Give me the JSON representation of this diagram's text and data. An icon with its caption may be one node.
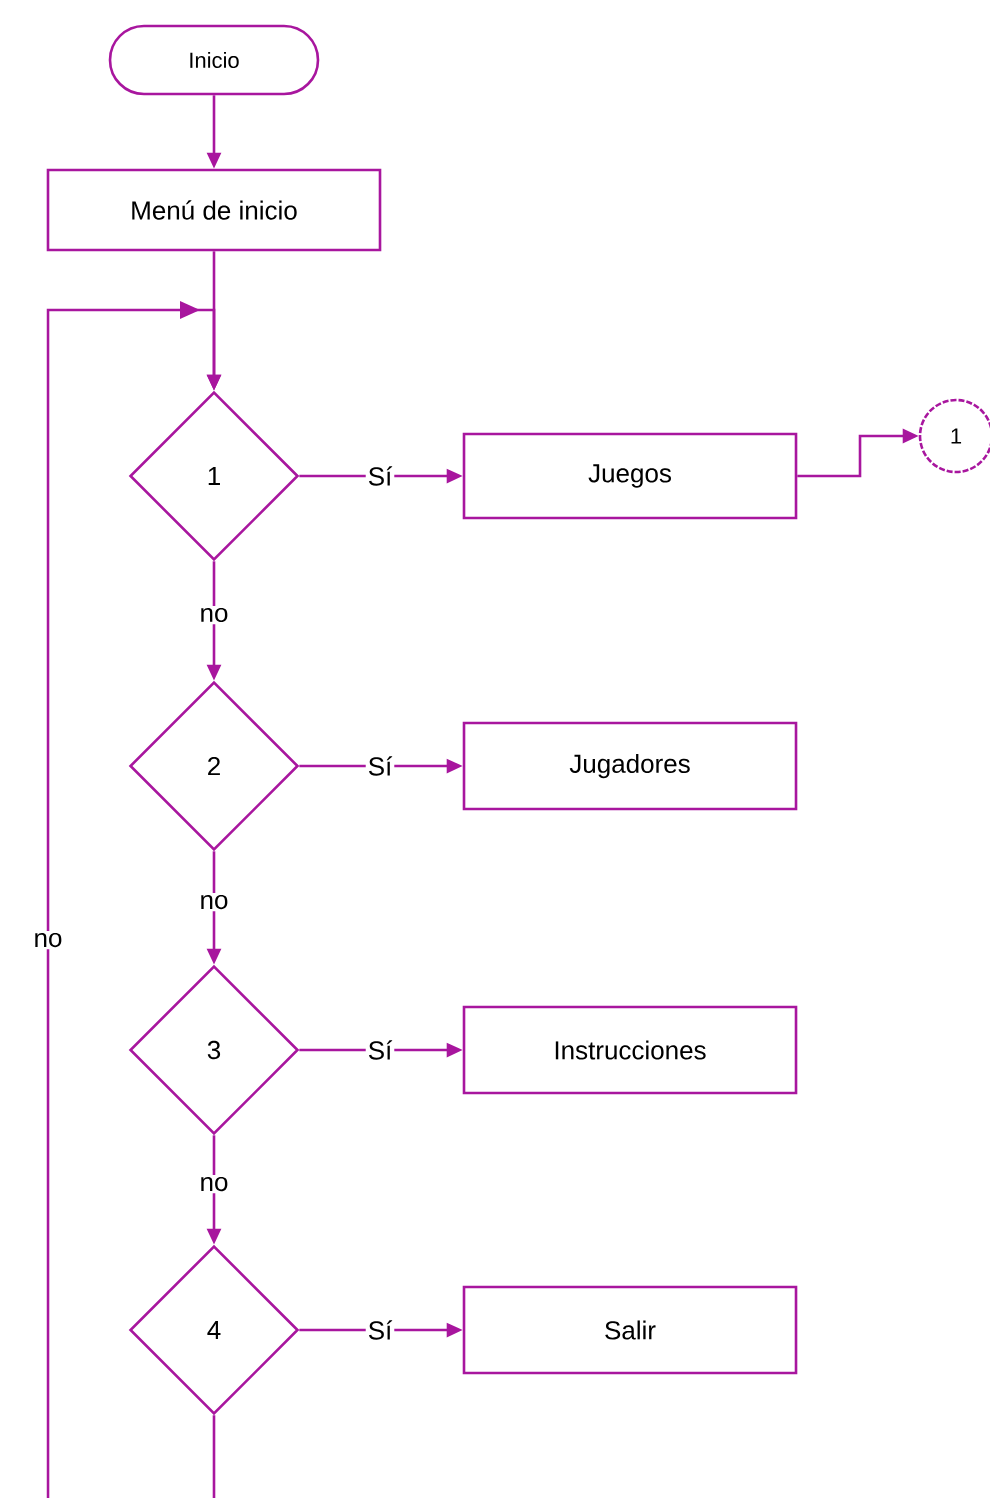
{
  "diagram": {
    "nodes": [
      {
        "text": [
          "Inicio"
        ]
      },
      {
        "text": [
          "Menú de inicio"
        ]
      },
      {
        "text": [
          "1"
        ]
      },
      {
        "text": [
          "Juegos"
        ]
      },
      {
        "text": [
          "1"
        ]
      },
      {
        "text": [
          "2"
        ]
      },
      {
        "text": [
          "Jugadores"
        ]
      },
      {
        "text": [
          "3"
        ]
      },
      {
        "text": [
          "Instrucciones"
        ]
      },
      {
        "text": [
          "4"
        ]
      },
      {
        "text": [
          "Salir"
        ]
      }
    ],
    "edges": [
      {
        "from": 0,
        "to": 1,
        "arrow": "to"
      },
      {
        "from": 1,
        "to": 2,
        "arrow": "to"
      },
      {
        "from": 2,
        "to": 3,
        "arrow": "to",
        "label": "Sí"
      },
      {
        "from": 3,
        "to": 4,
        "arrow": "to"
      },
      {
        "from": 2,
        "to": 5,
        "arrow": "to",
        "label": "no"
      },
      {
        "from": 5,
        "to": 6,
        "arrow": "to",
        "label": "Sí"
      },
      {
        "from": 5,
        "to": 7,
        "arrow": "to",
        "label": "no"
      },
      {
        "from": 7,
        "to": 8,
        "arrow": "to",
        "label": "Sí"
      },
      {
        "from": 7,
        "to": 9,
        "arrow": "to",
        "label": "no"
      },
      {
        "from": 9,
        "to": 10,
        "arrow": "to",
        "label": "Sí"
      },
      {
        "from": 9,
        "to": 2,
        "arrow": "to",
        "label": "no"
      }
    ]
  }
}
